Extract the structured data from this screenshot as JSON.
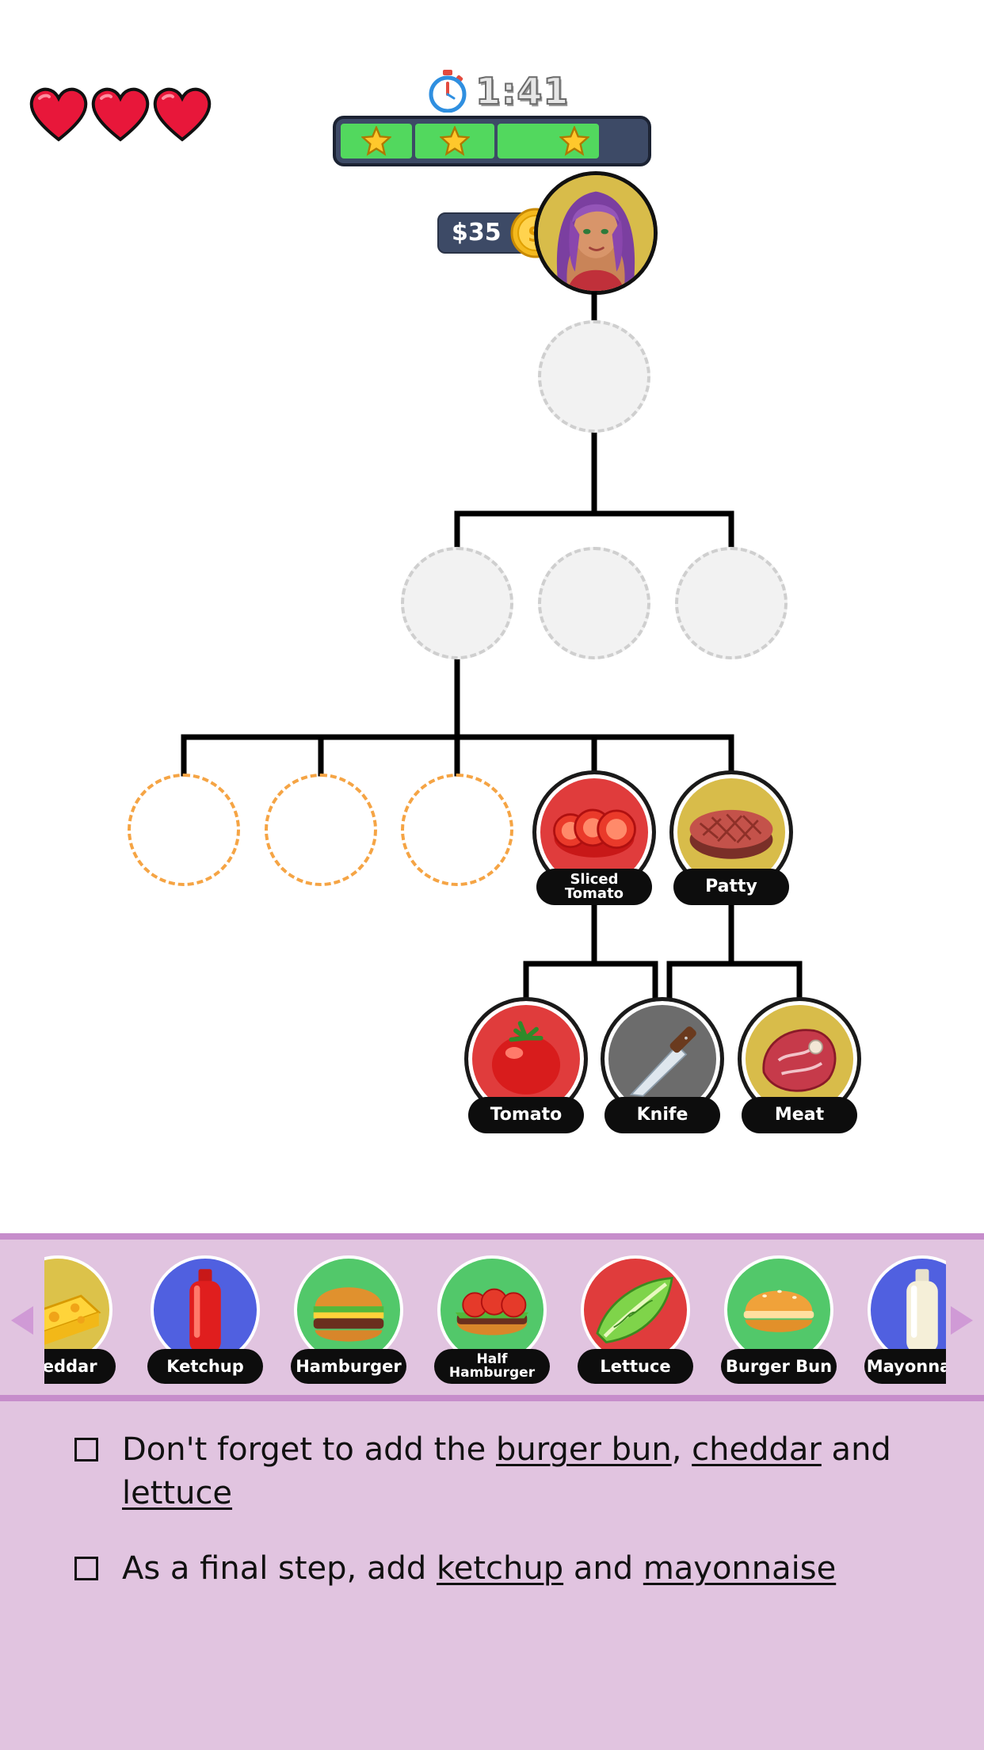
{
  "hud": {
    "lives": 3,
    "timer": "1:41",
    "star_progress": 0.89,
    "stars_earned": 3,
    "money": "$35",
    "colors": {
      "heart": "#e8173a",
      "progress_fill": "#52d85e",
      "progress_track": "#3d4a66"
    },
    "icons": [
      "heart-icon",
      "stopwatch-icon",
      "star-icon",
      "coin-icon",
      "customer-avatar"
    ]
  },
  "tree": {
    "nodes": {
      "sliced_tomato": "Sliced\nTomato",
      "patty": "Patty",
      "tomato": "Tomato",
      "knife": "Knife",
      "meat": "Meat"
    },
    "empty_slots": 4,
    "pending_slots": 3,
    "colors": {
      "pending_border": "#f5a444",
      "empty_border": "#cfcfcf"
    }
  },
  "inventory": {
    "items": [
      {
        "label": "Cheddar",
        "icon": "cheddar-icon",
        "bg": "#dcc24a"
      },
      {
        "label": "Ketchup",
        "icon": "ketchup-icon",
        "bg": "#5060e0"
      },
      {
        "label": "Hamburger",
        "icon": "hamburger-icon",
        "bg": "#52c86a"
      },
      {
        "label": "Half\nHamburger",
        "icon": "half-hamburger-icon",
        "bg": "#52c86a"
      },
      {
        "label": "Lettuce",
        "icon": "lettuce-icon",
        "bg": "#e03c3c"
      },
      {
        "label": "Burger Bun",
        "icon": "burger-bun-icon",
        "bg": "#52c86a"
      },
      {
        "label": "Mayonnaise",
        "icon": "mayonnaise-icon",
        "bg": "#5060e0"
      }
    ],
    "colors": {
      "bar_bg": "#e1c4e0",
      "bar_border": "#c68dcb"
    }
  },
  "objectives": {
    "task1": {
      "before": "Don't forget to add the ",
      "link1": "burger bun",
      "sep": ", ",
      "link2": "cheddar",
      "mid": " and ",
      "link3": "lettuce"
    },
    "task2": {
      "before": "As a final step, add ",
      "link1": "ketchup",
      "mid": " and ",
      "link2": "mayonnaise"
    }
  }
}
